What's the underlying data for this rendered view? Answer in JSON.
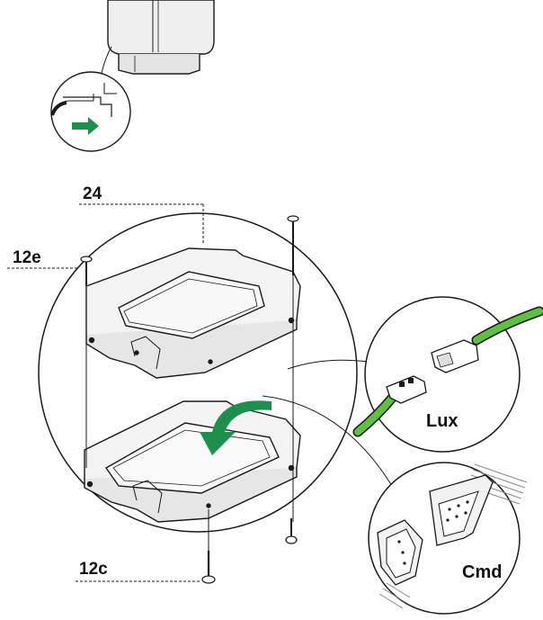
{
  "labels": {
    "part_24": "24",
    "screw_12e": "12e",
    "screw_12c": "12c",
    "connector_lux": "Lux",
    "connector_cmd": "Cmd"
  },
  "colors": {
    "line": "#1a1a1a",
    "gray_fill": "#efefef",
    "arrow_green": "#1f8f4e",
    "cable_green": "#5fbf45"
  }
}
